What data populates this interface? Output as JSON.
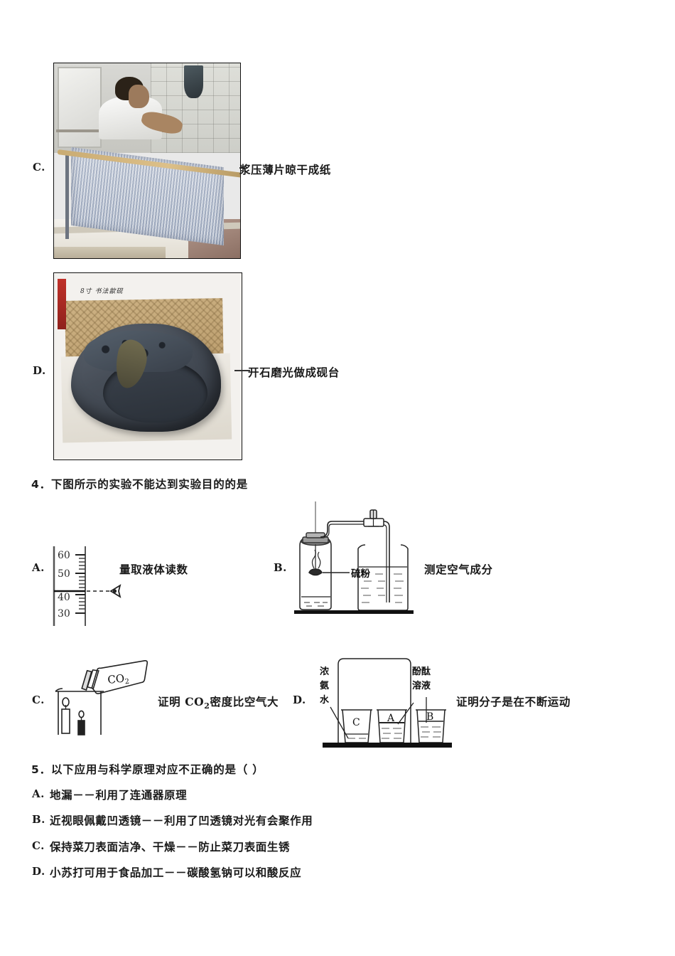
{
  "document": {
    "type": "exam-paper-page",
    "language": "zh-CN"
  },
  "photo_options": [
    {
      "letter": "C.",
      "caption": "浆压薄片晾干成纸",
      "image_alt": "papermaking-photo",
      "watermark": ""
    },
    {
      "letter": "D.",
      "caption": "开石磨光做成砚台",
      "image_alt": "inkstone-photo",
      "watermark": "8寸 书法歙砚"
    }
  ],
  "question4": {
    "number": "4．",
    "stem": "下图所示的实验不能达到实验目的的是",
    "options": [
      {
        "letter": "A.",
        "caption": "量取液体读数",
        "diagram": "graduated-cylinder-reading",
        "scale_labels": [
          "60",
          "50",
          "40",
          "30"
        ]
      },
      {
        "letter": "B.",
        "caption": "测定空气成分",
        "diagram": "air-composition-apparatus",
        "inner_label": "硫粉"
      },
      {
        "letter": "C.",
        "caption_parts": {
          "pre": "证明 ",
          "formula": "CO",
          "sub": "2",
          "post": "密度比空气大"
        },
        "caption": "证明 CO2密度比空气大",
        "diagram": "co2-density-candles",
        "bottle_label": "CO",
        "bottle_sub": "2"
      },
      {
        "letter": "D.",
        "caption": "证明分子是在不断运动",
        "diagram": "molecule-motion-beakers",
        "left_label": "浓氨水",
        "right_label": "酚酞溶液",
        "beakers": [
          "C",
          "A",
          "B"
        ]
      }
    ]
  },
  "question5": {
    "number": "5．",
    "stem": "以下应用与科学原理对应不正确的是（     ）",
    "options": [
      {
        "letter": "A.",
        "text": "地漏－－利用了连通器原理"
      },
      {
        "letter": "B.",
        "text": "近视眼佩戴凹透镜－－利用了凹透镜对光有会聚作用"
      },
      {
        "letter": "C.",
        "text": "保持菜刀表面洁净、干燥－－防止菜刀表面生锈"
      },
      {
        "letter": "D.",
        "text": "小苏打可用于食品加工－－碳酸氢钠可以和酸反应"
      }
    ]
  },
  "colors": {
    "ink": "#1a1a1a",
    "page": "#ffffff",
    "line": "#222222"
  }
}
